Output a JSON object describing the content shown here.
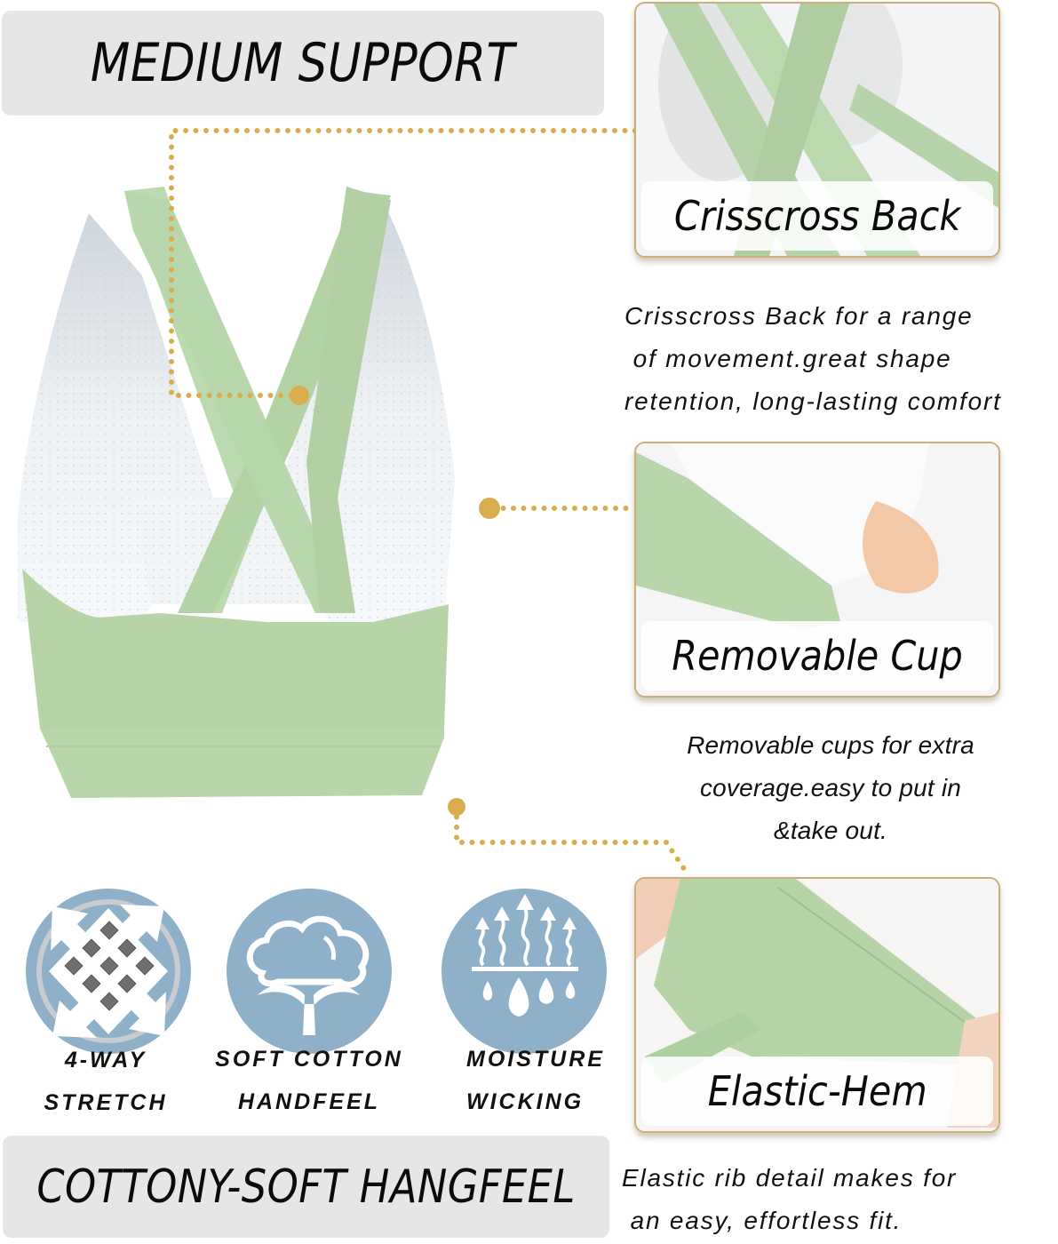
{
  "banners": {
    "top": "MEDIUM SUPPORT",
    "bottom": "COTTONY-SOFT HANGFEEL"
  },
  "product": {
    "name": "sports-bra-back-view",
    "color": "#b7d4a7",
    "lining_color": "#e9eef2"
  },
  "callouts": [
    {
      "title": "Crisscross Back",
      "description": "Crisscross Back for a range\n of movement.great shape\nretention, long-lasting comfort"
    },
    {
      "title": "Removable Cup",
      "description": "Removable cups for extra\ncoverage.easy to put in\n&take out."
    },
    {
      "title": "Elastic-Hem",
      "description": "Elastic rib detail makes for\n an easy, effortless fit."
    }
  ],
  "features": [
    {
      "icon": "four-way-stretch-icon",
      "label": "4-WAY\nSTRETCH"
    },
    {
      "icon": "cotton-icon",
      "label": "SOFT COTTON\nHANDFEEL"
    },
    {
      "icon": "moisture-wicking-icon",
      "label": "MOISTURE\nWICKING"
    }
  ],
  "colors": {
    "accent_gold": "#d9ad4e",
    "card_border": "#c9b07a",
    "banner_bg": "#e6e6e6",
    "icon_bg": "#8fb0c9",
    "garment_green": "#b7d4a7"
  }
}
